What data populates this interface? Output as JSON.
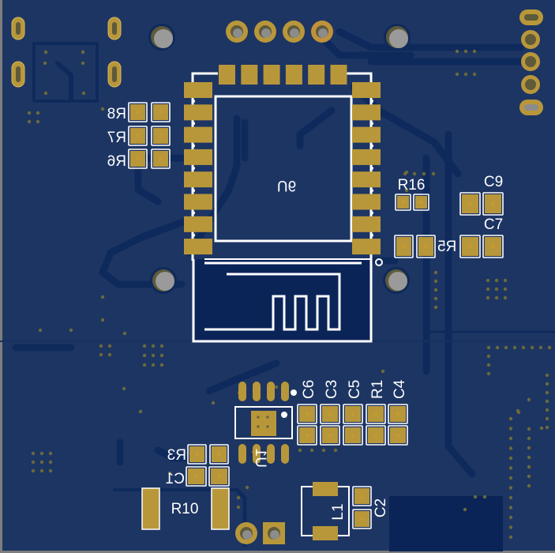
{
  "board": {
    "layer": "bottom",
    "colors": {
      "substrate": "#1d3563",
      "copper_pour": "#0b2458",
      "trace_outline": "#0e2a5c",
      "pad": "#b8973a",
      "pad_edge": "#d8b85a",
      "silkscreen": "#ffffff",
      "drill": "#8c8c8c"
    }
  },
  "components": {
    "U6": {
      "ref": "U6"
    },
    "U1": {
      "ref": "U1"
    },
    "R1": {
      "ref": "R1"
    },
    "R3": {
      "ref": "R3"
    },
    "R5": {
      "ref": "R5"
    },
    "R6": {
      "ref": "R6"
    },
    "R7": {
      "ref": "R7"
    },
    "R8": {
      "ref": "R8"
    },
    "R10": {
      "ref": "R10"
    },
    "R16": {
      "ref": "R16"
    },
    "C1": {
      "ref": "C1"
    },
    "C2": {
      "ref": "C2"
    },
    "C3": {
      "ref": "C3"
    },
    "C4": {
      "ref": "C4"
    },
    "C5": {
      "ref": "C5"
    },
    "C6": {
      "ref": "C6"
    },
    "C7": {
      "ref": "C7"
    },
    "C9": {
      "ref": "C9"
    },
    "L1": {
      "ref": "L1"
    }
  }
}
